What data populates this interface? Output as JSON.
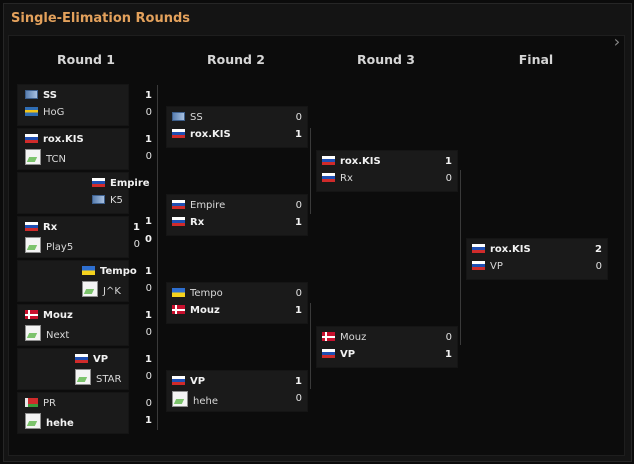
{
  "title": "Single-Elimation Rounds",
  "nav_arrow": "›",
  "rounds": [
    "Round 1",
    "Round 2",
    "Round 3",
    "Final"
  ],
  "round1": [
    {
      "a": {
        "name": "SS",
        "flag": "world",
        "score": "1",
        "win": true
      },
      "b": {
        "name": "HoG",
        "flag": "se",
        "score": "0",
        "win": false
      }
    },
    {
      "a": {
        "name": "rox.KIS",
        "flag": "ru",
        "score": "1",
        "win": true
      },
      "b": {
        "name": "TCN",
        "flag": "none",
        "score": "0",
        "win": false
      }
    },
    {
      "a": {
        "name": "Empire",
        "flag": "ru",
        "score": "",
        "win": true
      },
      "b": {
        "name": "K5",
        "flag": "world",
        "score": "",
        "win": false
      }
    },
    {
      "a": {
        "name": "Rx",
        "flag": "ru",
        "score": "1",
        "win": true
      },
      "b": {
        "name": "Play5",
        "flag": "none",
        "score": "0",
        "win": false
      },
      "extra_scores": [
        "1",
        "0"
      ]
    },
    {
      "a": {
        "name": "Tempo",
        "flag": "ua",
        "score": "1",
        "win": true
      },
      "b": {
        "name": "J^K",
        "flag": "none",
        "score": "0",
        "win": false
      }
    },
    {
      "a": {
        "name": "Mouz",
        "flag": "dk",
        "score": "1",
        "win": true
      },
      "b": {
        "name": "Next",
        "flag": "none",
        "score": "0",
        "win": false
      }
    },
    {
      "a": {
        "name": "VP",
        "flag": "ru",
        "score": "1",
        "win": true
      },
      "b": {
        "name": "STAR",
        "flag": "none",
        "score": "0",
        "win": false
      }
    },
    {
      "a": {
        "name": "PR",
        "flag": "by",
        "score": "0",
        "win": false
      },
      "b": {
        "name": "hehe",
        "flag": "none",
        "score": "1",
        "win": true
      }
    }
  ],
  "round2": [
    {
      "a": {
        "name": "SS",
        "flag": "world",
        "score": "0",
        "win": false
      },
      "b": {
        "name": "rox.KIS",
        "flag": "ru",
        "score": "1",
        "win": true
      }
    },
    {
      "a": {
        "name": "Empire",
        "flag": "ru",
        "score": "0",
        "win": false
      },
      "b": {
        "name": "Rx",
        "flag": "ru",
        "score": "1",
        "win": true
      }
    },
    {
      "a": {
        "name": "Tempo",
        "flag": "ua",
        "score": "0",
        "win": false
      },
      "b": {
        "name": "Mouz",
        "flag": "dk",
        "score": "1",
        "win": true
      }
    },
    {
      "a": {
        "name": "VP",
        "flag": "ru",
        "score": "1",
        "win": true
      },
      "b": {
        "name": "hehe",
        "flag": "none",
        "score": "0",
        "win": false
      }
    }
  ],
  "round3": [
    {
      "a": {
        "name": "rox.KIS",
        "flag": "ru",
        "score": "1",
        "win": true
      },
      "b": {
        "name": "Rx",
        "flag": "ru",
        "score": "0",
        "win": false
      }
    },
    {
      "a": {
        "name": "Mouz",
        "flag": "dk",
        "score": "0",
        "win": false
      },
      "b": {
        "name": "VP",
        "flag": "ru",
        "score": "1",
        "win": true
      }
    }
  ],
  "final": [
    {
      "a": {
        "name": "rox.KIS",
        "flag": "ru",
        "score": "2",
        "win": true
      },
      "b": {
        "name": "VP",
        "flag": "ru",
        "score": "0",
        "win": false
      }
    }
  ]
}
